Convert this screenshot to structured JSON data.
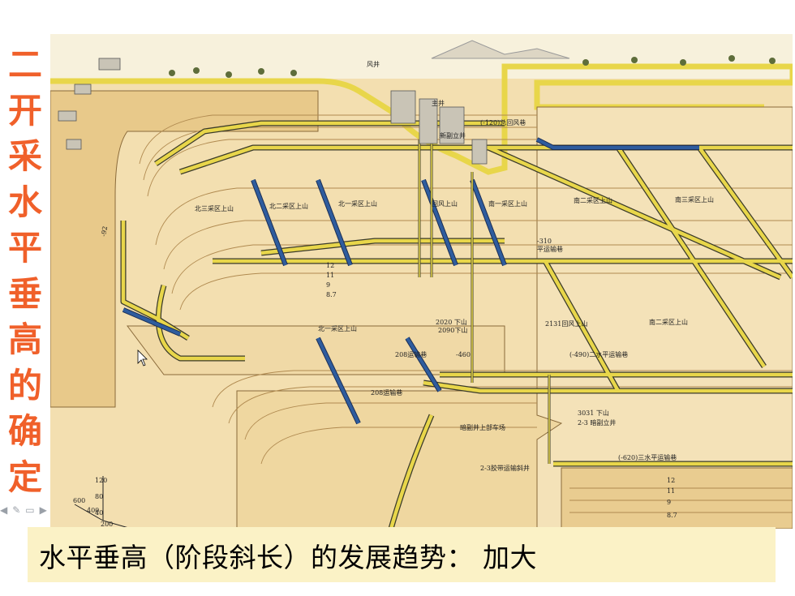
{
  "slide": {
    "vertical_title": "二开采水平垂高的确定",
    "caption": "水平垂高（阶段斜长）的发展趋势： 加大"
  },
  "nav_icons": [
    "prev-arrow-icon",
    "pen-icon",
    "menu-icon",
    "next-arrow-icon"
  ],
  "diagram": {
    "labels": {
      "l_fengjing": "风井",
      "l_zhujing": "主井",
      "l_1201": "(-120)总回风巷",
      "l_xinfu": "新副立井",
      "l_bei3": "北三采区上山",
      "l_bei2": "北二采区上山",
      "l_bei1a": "北一采区上山",
      "l_huifeng": "回风上山",
      "l_nan1": "南一采区上山",
      "l_nan2": "南二采区上山",
      "l_nan3": "南三采区上山",
      "l_310": "-310",
      "l_310b": "平运输巷",
      "l_92": "-92",
      "l_2020": "2020 下山",
      "l_2090": "2090下山",
      "l_2131": "2131回风上山",
      "l_nan2b": "南二采区上山",
      "l_bei1b": "北一采区上山",
      "l_208a": "208运输巷",
      "l_460": "-460",
      "l_490": "(-490)二水平运输巷",
      "l_208b": "208运输巷",
      "l_3031": "3031 下山",
      "l_23": "2-3 暗副立井",
      "l_anfu": "暗副井上部车场",
      "l_620": "(-620)三水平运输巷",
      "l_23b": "2-3胶带运输斜井",
      "s_12": "12",
      "s_11": "11",
      "s_9": "9",
      "s_87": "8.7",
      "s_12b": "12",
      "s_11b": "11",
      "s_9b": "9",
      "s_87b": "8.7",
      "ax_120": "120",
      "ax_80": "80",
      "ax_40": "40",
      "ax_600": "600",
      "ax_400": "400",
      "ax_200": "200"
    },
    "colors": {
      "paper": "#f3dfb0",
      "block": "#e8c98a",
      "block_dark": "#d9b272",
      "roadway": "#e8d64a",
      "roadway_edge": "#3a3a2a",
      "shaft_blue": "#2e5c9e",
      "title_orange": "#f0602a",
      "caption_bg": "#fbf2c6"
    }
  }
}
